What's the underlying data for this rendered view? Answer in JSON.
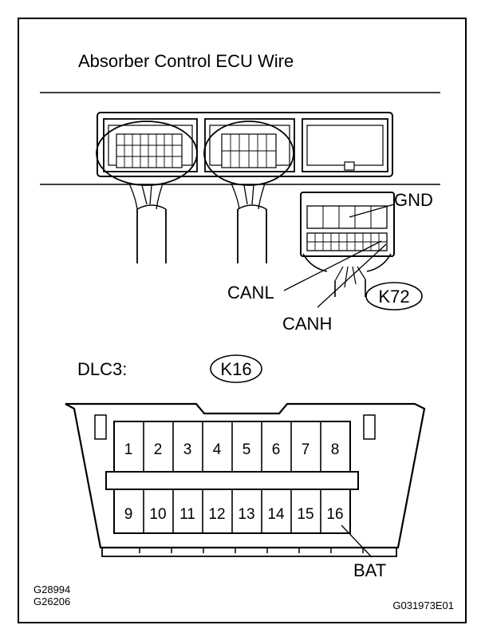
{
  "title": "Absorber Control ECU Wire",
  "ecu_connector": {
    "code": "K72",
    "terminals": [
      {
        "name": "GND"
      },
      {
        "name": "CANL"
      },
      {
        "name": "CANH"
      }
    ]
  },
  "dlc3": {
    "label": "DLC3:",
    "code": "K16",
    "pins_top": [
      "1",
      "2",
      "3",
      "4",
      "5",
      "6",
      "7",
      "8"
    ],
    "pins_bottom": [
      "9",
      "10",
      "11",
      "12",
      "13",
      "14",
      "15",
      "16"
    ],
    "bat_label": "BAT"
  },
  "figure_codes": [
    "G28994",
    "G26206"
  ],
  "figure_id": "G031973E01"
}
